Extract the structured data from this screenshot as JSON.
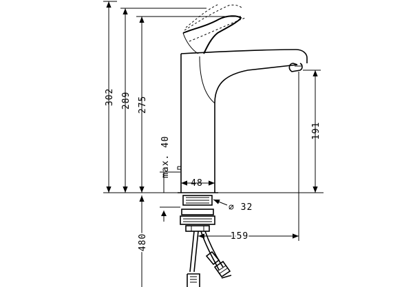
{
  "dimensions": {
    "height_total": "302",
    "height_lever": "289",
    "height_spout_top": "275",
    "height_spout_outlet": "191",
    "pop_up_stroke": "max. 40",
    "body_diameter": "48",
    "hole_diameter": "⌀ 32",
    "spout_reach": "159",
    "hose_length": "480"
  }
}
